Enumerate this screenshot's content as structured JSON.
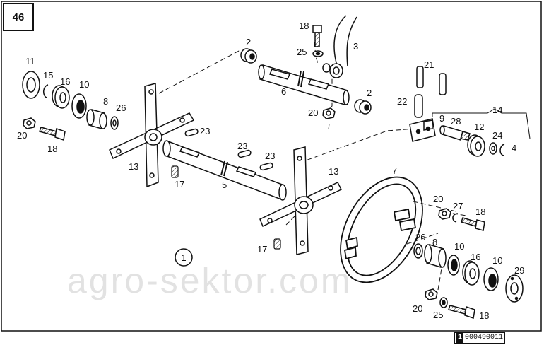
{
  "page_number": "46",
  "group_number": "1",
  "code_prefix": "1",
  "code_rest": "000490011",
  "watermark": "agro-sektor.com",
  "callouts": {
    "c2a": "2",
    "c2b": "2",
    "c3": "3",
    "c4": "4",
    "c5": "5",
    "c6": "6",
    "c7": "7",
    "c8a": "8",
    "c8b": "8",
    "c9": "9",
    "c10a": "10",
    "c10b": "10",
    "c10c": "10",
    "c11": "11",
    "c12": "12",
    "c13a": "13",
    "c13b": "13",
    "c14": "14",
    "c15": "15",
    "c16a": "16",
    "c16b": "16",
    "c17a": "17",
    "c17b": "17",
    "c18a": "18",
    "c18b": "18",
    "c18c": "18",
    "c18d": "18",
    "c20a": "20",
    "c20b": "20",
    "c20c": "20",
    "c20d": "20",
    "c21": "21",
    "c22": "22",
    "c23a": "23",
    "c23b": "23",
    "c23c": "23",
    "c24": "24",
    "c25a": "25",
    "c25b": "25",
    "c26a": "26",
    "c26b": "26",
    "c27": "27",
    "c28": "28",
    "c29": "29"
  }
}
